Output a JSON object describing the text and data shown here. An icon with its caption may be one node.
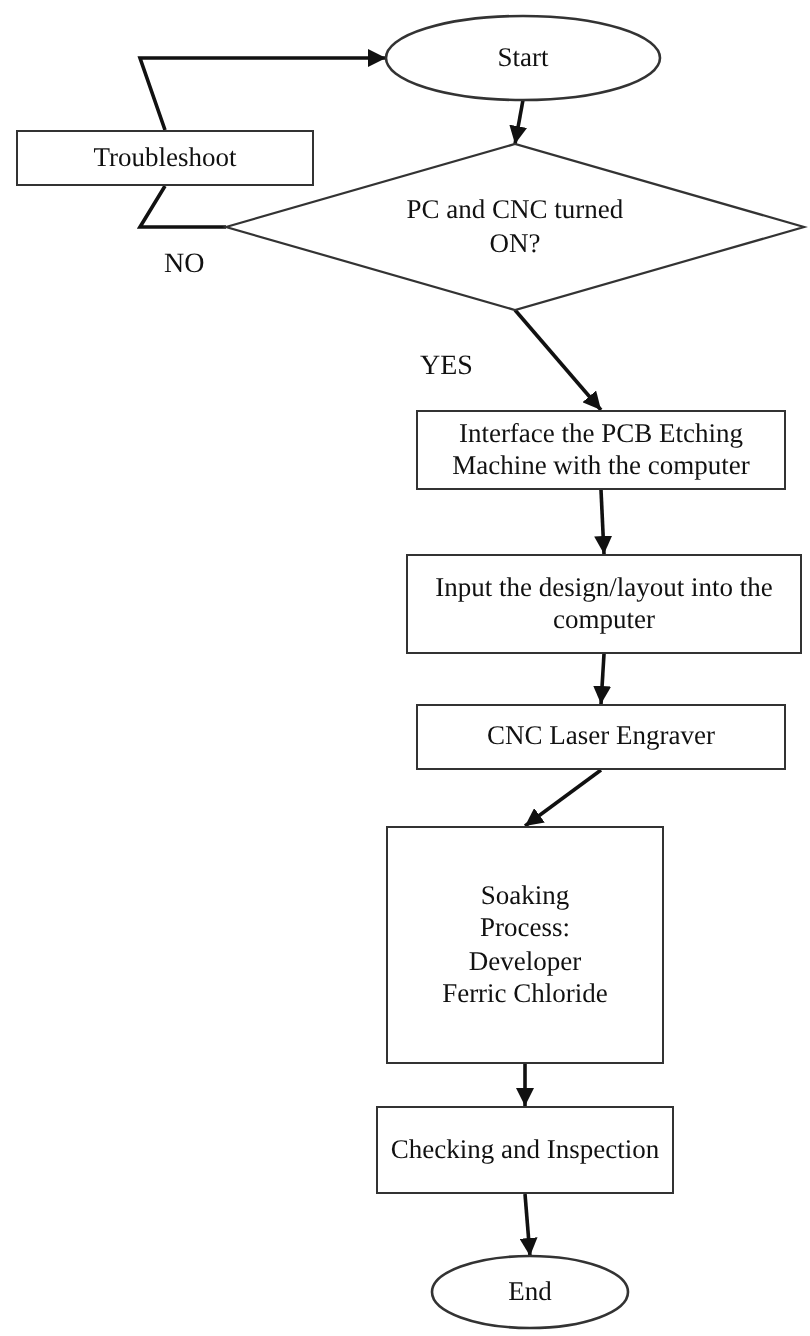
{
  "diagram": {
    "nodes": [
      {
        "text": [
          "Start"
        ]
      },
      {
        "text": [
          "PC and CNC turned ON?"
        ]
      },
      {
        "text": [
          "Troubleshoot"
        ]
      },
      {
        "text": [
          "Interface the PCB Etching Machine with the computer"
        ]
      },
      {
        "text": [
          "Input the design/layout into the computer"
        ]
      },
      {
        "text": [
          "CNC Laser Engraver"
        ]
      },
      {
        "text": [
          "Soaking Process: Developer Ferric Chloride"
        ]
      },
      {
        "text": [
          "Checking and Inspection"
        ]
      },
      {
        "text": [
          "End"
        ]
      }
    ],
    "edges": [
      {
        "from": 0,
        "to": 1,
        "arrow": "to"
      },
      {
        "from": 1,
        "to": 2,
        "arrow": "none",
        "label": "NO"
      },
      {
        "from": 2,
        "to": 0,
        "arrow": "to"
      },
      {
        "from": 1,
        "to": 3,
        "arrow": "to",
        "label": "YES"
      },
      {
        "from": 3,
        "to": 4,
        "arrow": "to"
      },
      {
        "from": 4,
        "to": 5,
        "arrow": "to"
      },
      {
        "from": 5,
        "to": 6,
        "arrow": "to"
      },
      {
        "from": 6,
        "to": 7,
        "arrow": "to"
      },
      {
        "from": 7,
        "to": 8,
        "arrow": "to"
      }
    ]
  }
}
